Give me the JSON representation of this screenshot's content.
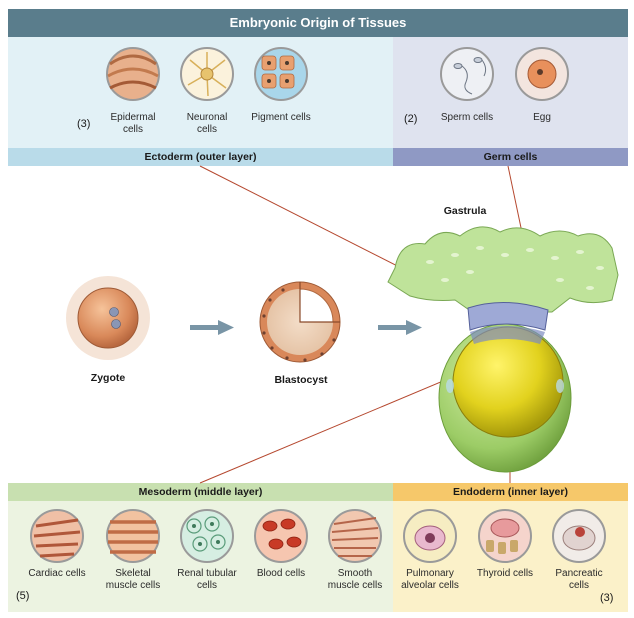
{
  "title": "Embryonic Origin of Tissues",
  "ectoderm": {
    "count": "(3)",
    "bar_label": "Ectoderm (outer layer)",
    "cells": [
      {
        "label": "Epidermal cells",
        "icon": "epidermal-cells-icon"
      },
      {
        "label": "Neuronal cells",
        "icon": "neuronal-cells-icon"
      },
      {
        "label": "Pigment cells",
        "icon": "pigment-cells-icon"
      }
    ]
  },
  "germ": {
    "count": "(2)",
    "bar_label": "Germ cells",
    "cells": [
      {
        "label": "Sperm cells",
        "icon": "sperm-cells-icon"
      },
      {
        "label": "Egg",
        "icon": "egg-icon"
      }
    ]
  },
  "stages": {
    "zygote": "Zygote",
    "blastocyst": "Blastocyst",
    "gastrula": "Gastrula"
  },
  "mesoderm": {
    "count": "(5)",
    "bar_label": "Mesoderm (middle layer)",
    "cells": [
      {
        "label": "Cardiac cells",
        "icon": "cardiac-cells-icon"
      },
      {
        "label": "Skeletal muscle cells",
        "icon": "skeletal-muscle-cells-icon"
      },
      {
        "label": "Renal tubular cells",
        "icon": "renal-tubular-cells-icon"
      },
      {
        "label": "Blood cells",
        "icon": "blood-cells-icon"
      },
      {
        "label": "Smooth muscle cells",
        "icon": "smooth-muscle-cells-icon"
      }
    ]
  },
  "endoderm": {
    "count": "(3)",
    "bar_label": "Endoderm (inner layer)",
    "cells": [
      {
        "label": "Pulmonary alveolar cells",
        "icon": "pulmonary-alveolar-cells-icon"
      },
      {
        "label": "Thyroid cells",
        "icon": "thyroid-cells-icon"
      },
      {
        "label": "Pancreatic cells",
        "icon": "pancreatic-cells-icon"
      }
    ]
  },
  "colors": {
    "title_bar": "#5a7d8c",
    "ectoderm": "#b9dbe9",
    "germ": "#8f99c4",
    "mesoderm": "#c8e0b0",
    "endoderm": "#f6c86a",
    "leader_line": "#b5482f"
  }
}
